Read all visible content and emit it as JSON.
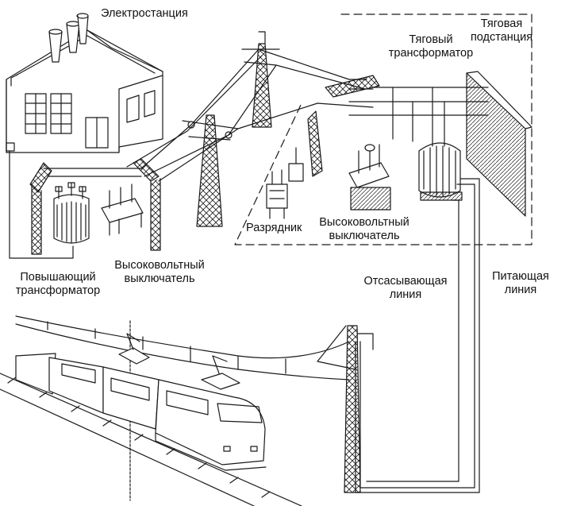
{
  "labels": {
    "power_station": "Электростанция",
    "traction_substation": [
      "Тяговая",
      "подстанция"
    ],
    "traction_transformer": [
      "Тяговый",
      "трансформатор"
    ],
    "arrester": "Разрядник",
    "hv_breaker_substation": [
      "Высоковольтный",
      "выключатель"
    ],
    "hv_breaker_station": [
      "Высоковольтный",
      "выключатель"
    ],
    "step_up_transformer": [
      "Повышающий",
      "трансформатор"
    ],
    "suction_line": [
      "Отсасывающая",
      "линия"
    ],
    "feeder_line": [
      "Питающая",
      "линия"
    ]
  },
  "colors": {
    "ink": "#1a1a1a",
    "background": "#ffffff"
  }
}
